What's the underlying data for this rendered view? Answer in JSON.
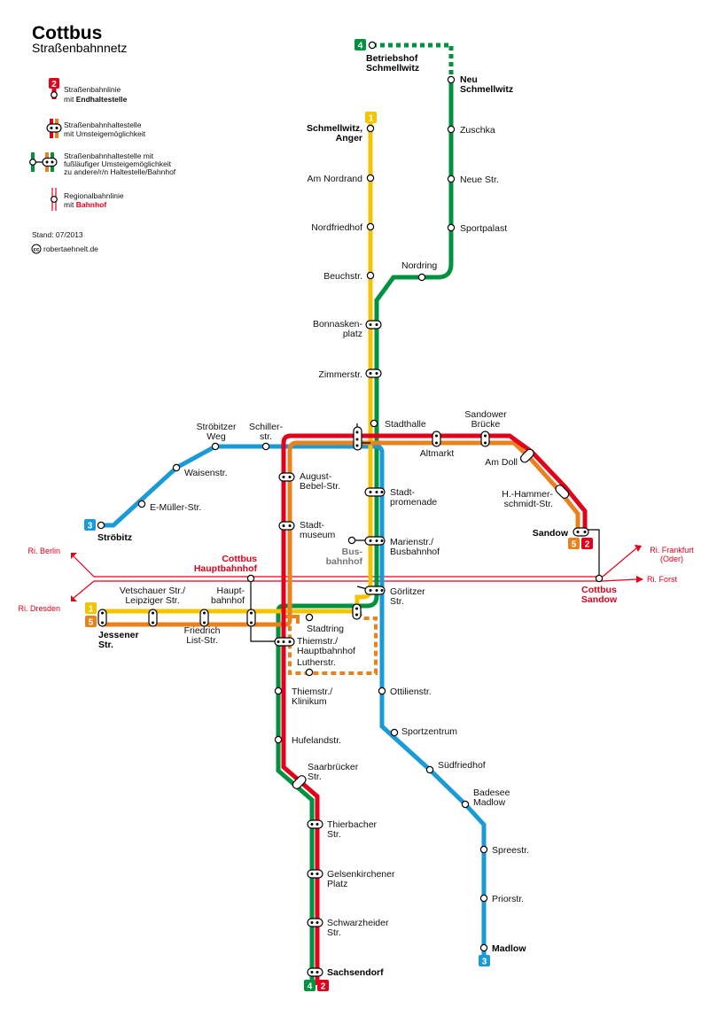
{
  "header": {
    "title": "Cottbus",
    "subtitle": "Straßenbahnnetz"
  },
  "legend": {
    "line_badge": "2",
    "item1_a": "Straßenbahnlinie",
    "item1_b_pre": "mit ",
    "item1_b_bold": "Endhaltestelle",
    "item2_a": "Straßenbahnhaltestelle",
    "item2_b": "mit Umsteigemöglichkeit",
    "item3_a": "Straßenbahnhaltestelle mit",
    "item3_b": "fußläufiger Umsteigemöglichkeit",
    "item3_c": "zu andere/r/n Haltestelle/Bahnhof",
    "item4_a": "Regionalbahnlinie",
    "item4_b_pre": "mit ",
    "item4_b_red": "Bahnhof",
    "stand": "Stand: 07/2013",
    "credit": "robertaehnelt.de",
    "cc": "cc"
  },
  "colors": {
    "line1": "#f5c400",
    "line2": "#e3001b",
    "line3": "#1a9ad6",
    "line4": "#00923f",
    "line5": "#e8821e",
    "rail": "#e3001b"
  },
  "lines": {
    "l1": "1",
    "l2": "2",
    "l3": "3",
    "l4": "4",
    "l5": "5"
  },
  "stations": {
    "betriebshof_a": "Betriebshof",
    "betriebshof_b": "Schmellwitz",
    "neu_a": "Neu",
    "neu_b": "Schmellwitz",
    "zuschka": "Zuschka",
    "neue_str": "Neue Str.",
    "sportpalast": "Sportpalast",
    "nordring": "Nordring",
    "anger_a": "Schmellwitz,",
    "anger_b": "Anger",
    "am_nordrand": "Am Nordrand",
    "nordfriedhof": "Nordfriedhof",
    "beuchstr": "Beuchstr.",
    "bonnasken_a": "Bonnasken-",
    "bonnasken_b": "platz",
    "zimmerstr": "Zimmerstr.",
    "stadthalle": "Stadthalle",
    "sandower_a": "Sandower",
    "sandower_b": "Brücke",
    "altmarkt": "Altmarkt",
    "am_doll": "Am Doll",
    "hammer_a": "H.-Hammer-",
    "hammer_b": "schmidt-Str.",
    "sandow": "Sandow",
    "stroebitzer_a": "Ströbitzer",
    "stroebitzer_b": "Weg",
    "schiller_a": "Schiller-",
    "schiller_b": "str.",
    "waisenstr": "Waisenstr.",
    "emueller": "E-Müller-Str.",
    "stroebitz": "Ströbitz",
    "august_a": "August-",
    "august_b": "Bebel-Str.",
    "stadtmuseum_a": "Stadt-",
    "stadtmuseum_b": "museum",
    "stadtpromenade_a": "Stadt-",
    "stadtpromenade_b": "promenade",
    "marienstr_a": "Marienstr./",
    "marienstr_b": "Busbahnhof",
    "busbahnhof_a": "Bus-",
    "busbahnhof_b": "bahnhof",
    "hbf_a": "Cottbus",
    "hbf_b": "Hauptbahnhof",
    "sandow_bf_a": "Cottbus",
    "sandow_bf_b": "Sandow",
    "goerlitzer_a": "Görlitzer",
    "goerlitzer_b": "Str.",
    "vetschauer_a": "Vetschauer Str./",
    "vetschauer_b": "Leipziger Str.",
    "hauptbahnhof_a": "Haupt-",
    "hauptbahnhof_b": "bahnhof",
    "friedrich_a": "Friedrich",
    "friedrich_b": "List-Str.",
    "jessener_a": "Jessener",
    "jessener_b": "Str.",
    "stadtring": "Stadtring",
    "thiemstr_hbf_a": "Thiemstr./",
    "thiemstr_hbf_b": "Hauptbahnhof",
    "lutherstr": "Lutherstr.",
    "ottilienstr": "Ottilienstr.",
    "thiemstr_klinikum_a": "Thiemstr./",
    "thiemstr_klinikum_b": "Klinikum",
    "sportzentrum": "Sportzentrum",
    "hufelandstr": "Hufelandstr.",
    "suedfriedhof": "Südfriedhof",
    "saarbruecker_a": "Saarbrücker",
    "saarbruecker_b": "Str.",
    "badesee_a": "Badesee",
    "badesee_b": "Madlow",
    "thierbacher_a": "Thierbacher",
    "thierbacher_b": "Str.",
    "spreestr": "Spreestr.",
    "gelsenkirchener_a": "Gelsenkirchener",
    "gelsenkirchener_b": "Platz",
    "priorstr": "Priorstr.",
    "schwarzheider_a": "Schwarzheider",
    "schwarzheider_b": "Str.",
    "madlow": "Madlow",
    "sachsendorf": "Sachsendorf"
  },
  "rail": {
    "berlin": "Ri. Berlin",
    "dresden": "Ri. Dresden",
    "frankfurt_a": "Ri. Frankfurt",
    "frankfurt_b": "(Oder)",
    "forst": "Ri. Forst"
  }
}
